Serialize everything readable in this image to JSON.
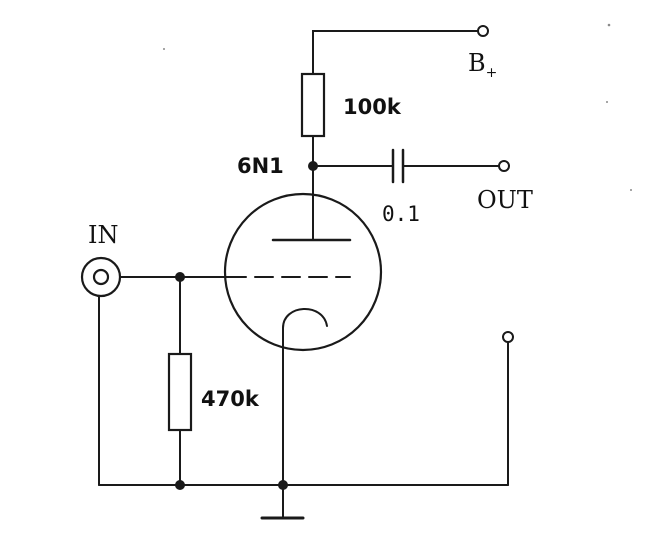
{
  "labels": {
    "supply": "B",
    "supply_sub": "+",
    "plate_resistor": "100k",
    "tube": "6N1",
    "coupling_cap": "0.1",
    "output": "OUT",
    "input": "IN",
    "grid_resistor": "470k"
  },
  "colors": {
    "ink": "#1a1a1a",
    "background": "#ffffff"
  }
}
